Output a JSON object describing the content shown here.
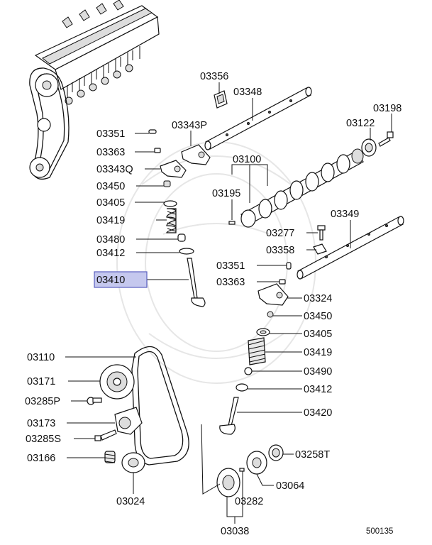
{
  "figure_code": "500135",
  "highlighted_part": "03410",
  "labels": {
    "p03356": "03356",
    "p03348": "03348",
    "p03198": "03198",
    "p03122": "03122",
    "p03351a": "03351",
    "p03343p": "03343P",
    "p03363a": "03363",
    "p03100": "03100",
    "p03343q": "03343Q",
    "p03450a": "03450",
    "p03195": "03195",
    "p03405a": "03405",
    "p03349": "03349",
    "p03419a": "03419",
    "p03277": "03277",
    "p03480": "03480",
    "p03358": "03358",
    "p03412a": "03412",
    "p03351b": "03351",
    "p03410": "03410",
    "p03363b": "03363",
    "p03324": "03324",
    "p03450b": "03450",
    "p03405b": "03405",
    "p03110": "03110",
    "p03419b": "03419",
    "p03490": "03490",
    "p03171": "03171",
    "p03412b": "03412",
    "p03285p": "03285P",
    "p03420": "03420",
    "p03173": "03173",
    "p03285s": "03285S",
    "p03258t": "03258T",
    "p03166": "03166",
    "p03064": "03064",
    "p03024": "03024",
    "p03282": "03282",
    "p03038": "03038"
  }
}
